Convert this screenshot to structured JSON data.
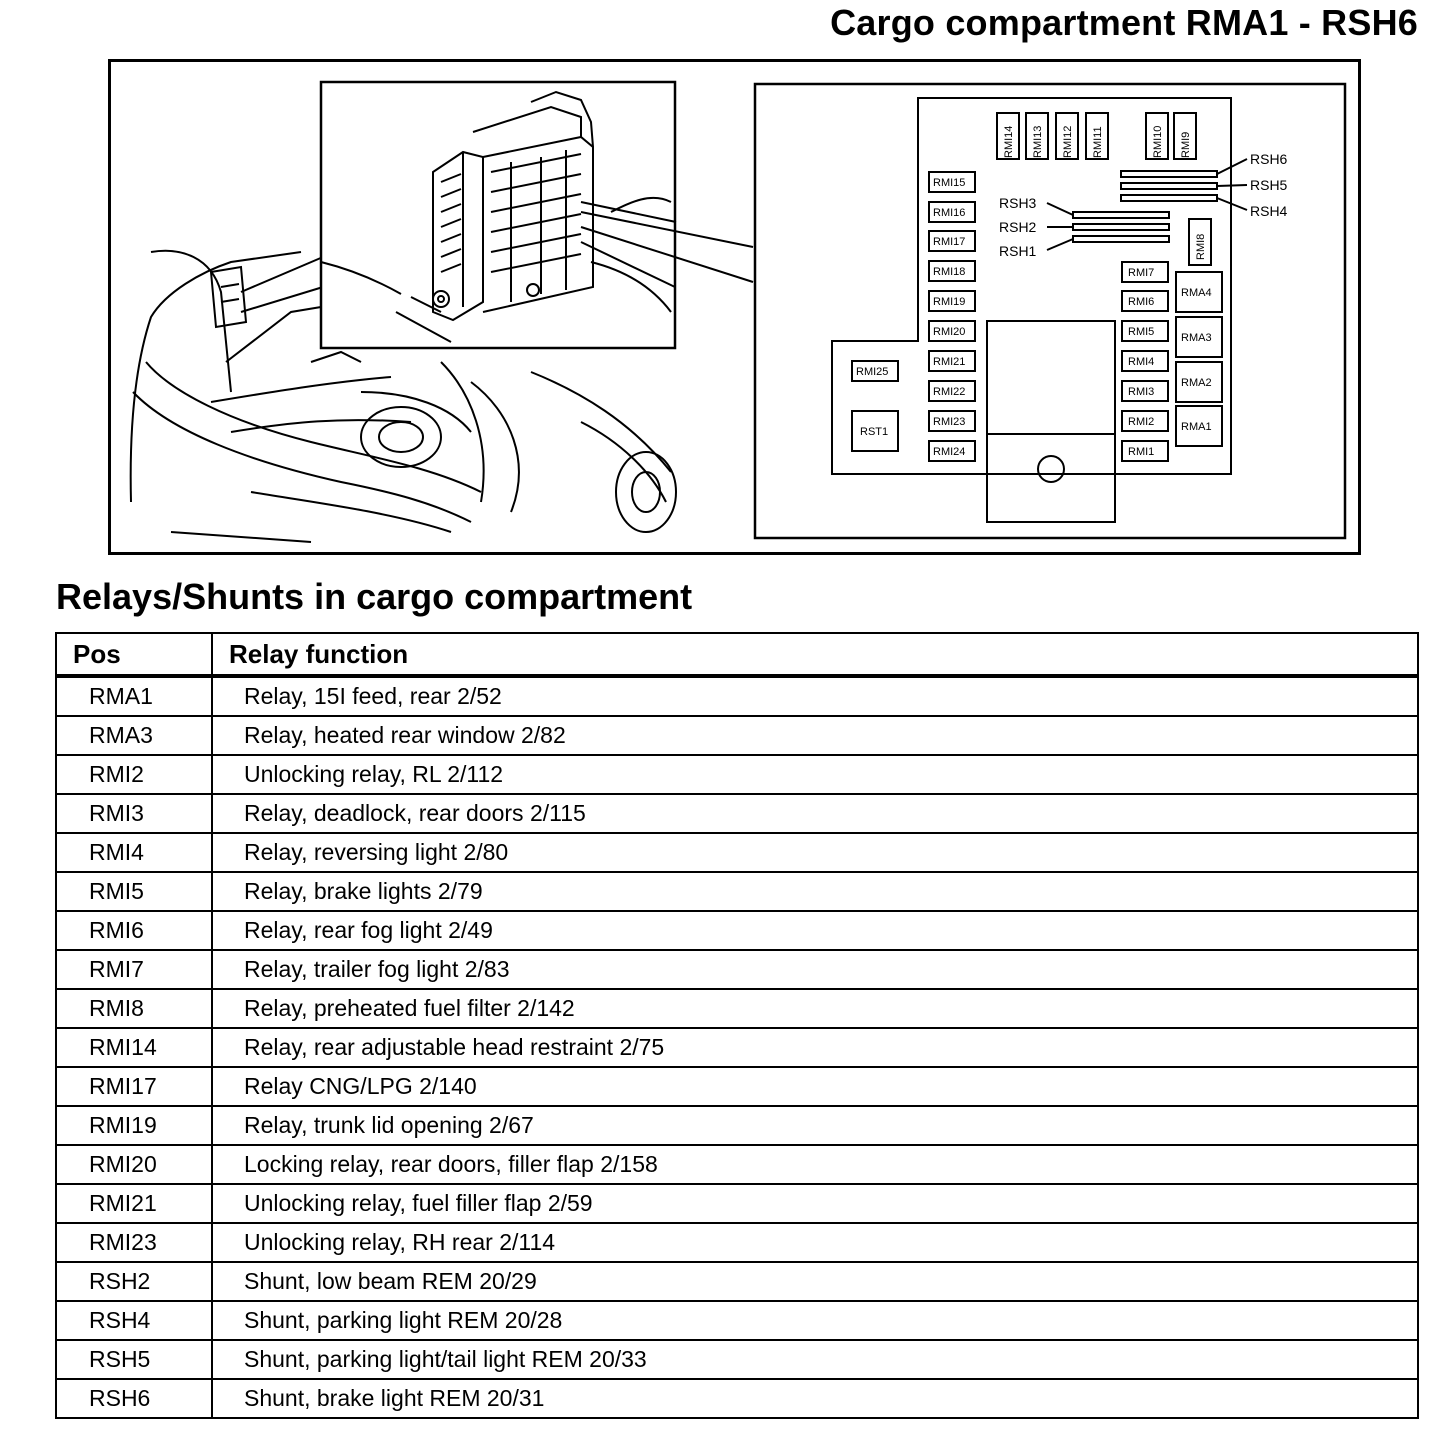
{
  "page_title": "Cargo compartment RMA1 - RSH6",
  "section_title": "Relays/Shunts in cargo compartment",
  "table": {
    "headers": {
      "pos": "Pos",
      "function": "Relay function"
    },
    "rows": [
      {
        "pos": "RMA1",
        "function": "Relay, 15I feed, rear 2/52"
      },
      {
        "pos": "RMA3",
        "function": "Relay, heated rear window 2/82"
      },
      {
        "pos": "RMI2",
        "function": "Unlocking relay, RL 2/112"
      },
      {
        "pos": "RMI3",
        "function": "Relay, deadlock, rear doors 2/115"
      },
      {
        "pos": "RMI4",
        "function": "Relay, reversing light 2/80"
      },
      {
        "pos": "RMI5",
        "function": "Relay, brake lights 2/79"
      },
      {
        "pos": "RMI6",
        "function": "Relay, rear fog light 2/49"
      },
      {
        "pos": "RMI7",
        "function": "Relay, trailer fog light 2/83"
      },
      {
        "pos": "RMI8",
        "function": "Relay, preheated fuel filter 2/142"
      },
      {
        "pos": "RMI14",
        "function": "Relay, rear adjustable head restraint 2/75"
      },
      {
        "pos": "RMI17",
        "function": "Relay CNG/LPG 2/140"
      },
      {
        "pos": "RMI19",
        "function": "Relay, trunk lid opening 2/67"
      },
      {
        "pos": "RMI20",
        "function": "Locking relay, rear doors, filler flap 2/158"
      },
      {
        "pos": "RMI21",
        "function": "Unlocking relay, fuel filler flap 2/59"
      },
      {
        "pos": "RMI23",
        "function": "Unlocking relay, RH rear 2/114"
      },
      {
        "pos": "RSH2",
        "function": "Shunt, low beam REM 20/29"
      },
      {
        "pos": "RSH4",
        "function": "Shunt, parking light REM 20/28"
      },
      {
        "pos": "RSH5",
        "function": "Shunt, parking light/tail light REM 20/33"
      },
      {
        "pos": "RSH6",
        "function": "Shunt, brake light REM 20/31"
      }
    ]
  },
  "diagram": {
    "top_relays": [
      "RMI14",
      "RMI13",
      "RMI12",
      "RMI11",
      "RMI10",
      "RMI9"
    ],
    "left_column": [
      "RMI15",
      "RMI16",
      "RMI17",
      "RMI18",
      "RMI19",
      "RMI20",
      "RMI21",
      "RMI22",
      "RMI23",
      "RMI24"
    ],
    "right_column": [
      "RMI7",
      "RMI6",
      "RMI5",
      "RMI4",
      "RMI3",
      "RMI2",
      "RMI1"
    ],
    "large_relays": [
      "RMA4",
      "RMA3",
      "RMA2",
      "RMA1"
    ],
    "vertical_relay": "RMI8",
    "lower_left": [
      "RMI25",
      "RST1"
    ],
    "shunts_right": [
      "RSH6",
      "RSH5",
      "RSH4"
    ],
    "shunts_left": [
      "RSH3",
      "RSH2",
      "RSH1"
    ]
  }
}
